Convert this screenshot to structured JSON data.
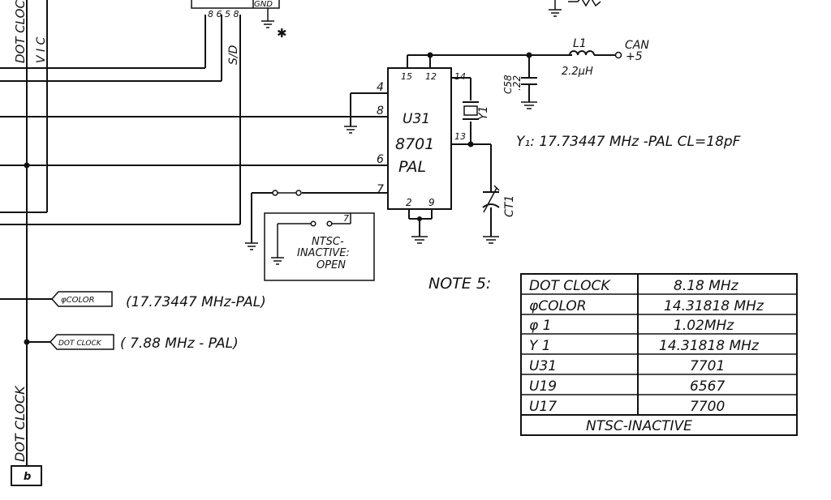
{
  "top_left": {
    "dot_clock_vertical": "DOT CLOC",
    "vic_vertical": "V I C",
    "sd_vertical": "S/D",
    "gnd": "GND",
    "pin_marks": "8 6 5 8"
  },
  "ic": {
    "name": "U31",
    "part": "8701",
    "variant": "PAL",
    "pins": {
      "p4": "4",
      "p8": "8",
      "p6": "6",
      "p7": "7",
      "p15": "15",
      "p12": "12",
      "p14": "14",
      "p13": "13",
      "p2": "2",
      "p9": "9"
    }
  },
  "crystal": {
    "ref": "Y1"
  },
  "trim_cap": {
    "ref": "CT1"
  },
  "cap_c58": {
    "ref": "C58",
    "value": ".22"
  },
  "inductor": {
    "ref": "L1",
    "value": "2.2μH"
  },
  "supply": {
    "line1": "CAN",
    "line2": "+5"
  },
  "crystal_spec": "Y₁: 17.73447 MHz -PAL  CL=18pF",
  "ntsc_box": {
    "line1": "NTSC-",
    "line2": "INACTIVE:",
    "line3": "OPEN"
  },
  "signals": {
    "phi_color_label": "φCOLOR",
    "phi_color_note": "(17.73447  MHz-PAL)",
    "dot_clock_label": "DOT CLOCK",
    "dot_clock_note": "( 7.88 MHz - PAL)"
  },
  "bottom_left": {
    "vertical_label": "DOT CLOCK",
    "connector": "b"
  },
  "note": {
    "title": "NOTE 5:",
    "rows": [
      {
        "name": "DOT CLOCK",
        "value": "8.18 MHz"
      },
      {
        "name": "φCOLOR",
        "value": "14.31818 MHz"
      },
      {
        "name": "φ 1",
        "value": "1.02MHz"
      },
      {
        "name": "Y 1",
        "value": "14.31818 MHz"
      },
      {
        "name": "U31",
        "value": "7701"
      },
      {
        "name": "U19",
        "value": "6567"
      },
      {
        "name": "U17",
        "value": "7700"
      }
    ],
    "footer": "NTSC-INACTIVE"
  }
}
